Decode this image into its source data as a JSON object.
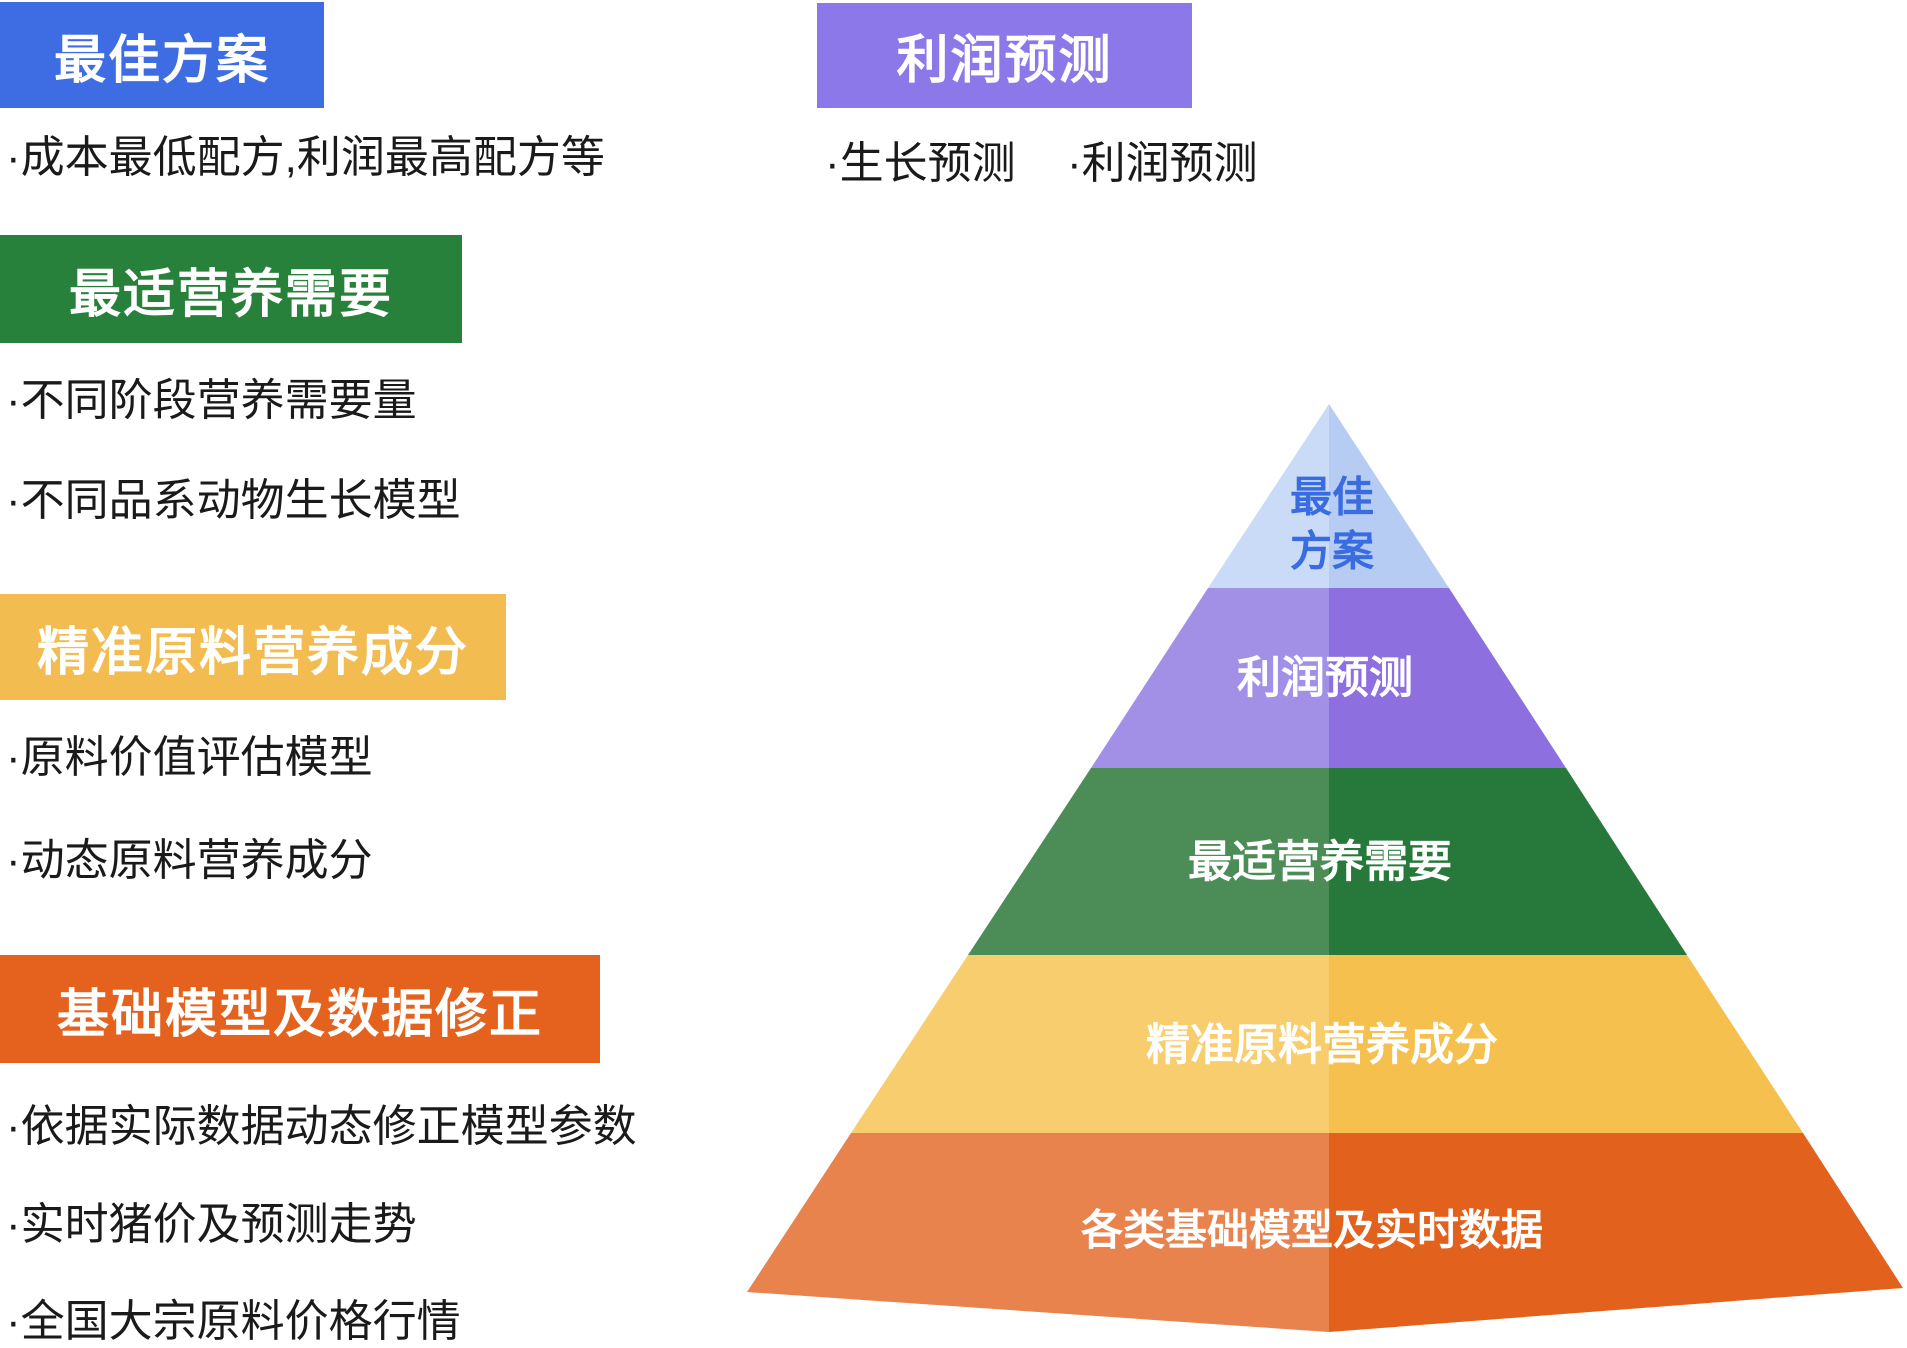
{
  "page": {
    "background_color": "#ffffff",
    "text_color": "#1a1a1a"
  },
  "sections": [
    {
      "header": "最佳方案",
      "color": "#3D6CE3",
      "bullets": [
        "·成本最低配方,利润最高配方等"
      ]
    },
    {
      "header": "利润预测",
      "color": "#8C78E8",
      "bullets": [
        "·生长预测",
        "·利润预测"
      ]
    },
    {
      "header": "最适营养需要",
      "color": "#28813B",
      "bullets": [
        "·不同阶段营养需要量",
        "·不同品系动物生长模型"
      ]
    },
    {
      "header": "精准原料营养成分",
      "color": "#F2BC51",
      "bullets": [
        "·原料价值评估模型",
        "·动态原料营养成分"
      ]
    },
    {
      "header": "基础模型及数据修正",
      "color": "#E5621E",
      "bullets": [
        "·依据实际数据动态修正模型参数",
        "·实时猪价及预测走势",
        "·全国大宗原料价格行情"
      ]
    }
  ],
  "pyramid": {
    "levels": [
      {
        "label": "最佳方案",
        "line1": "最佳",
        "line2": "方案",
        "left_color": "#C9DBF7",
        "right_color": "#B7CCF3",
        "text_color": "#3A6CE1"
      },
      {
        "label": "利润预测",
        "left_color": "#A290E7",
        "right_color": "#8E6FDF",
        "text_color": "#FFFFFF"
      },
      {
        "label": "最适营养需要",
        "left_color": "#4C8D57",
        "right_color": "#26793A",
        "text_color": "#FFFFFF"
      },
      {
        "label": "精准原料营养成分",
        "left_color": "#F7CD6D",
        "right_color": "#F5C04E",
        "text_color": "#FFFFFF"
      },
      {
        "label": "各类基础模型及实时数据",
        "left_color": "#E8834E",
        "right_color": "#E2611D",
        "text_color": "#FFFFFF"
      }
    ]
  }
}
